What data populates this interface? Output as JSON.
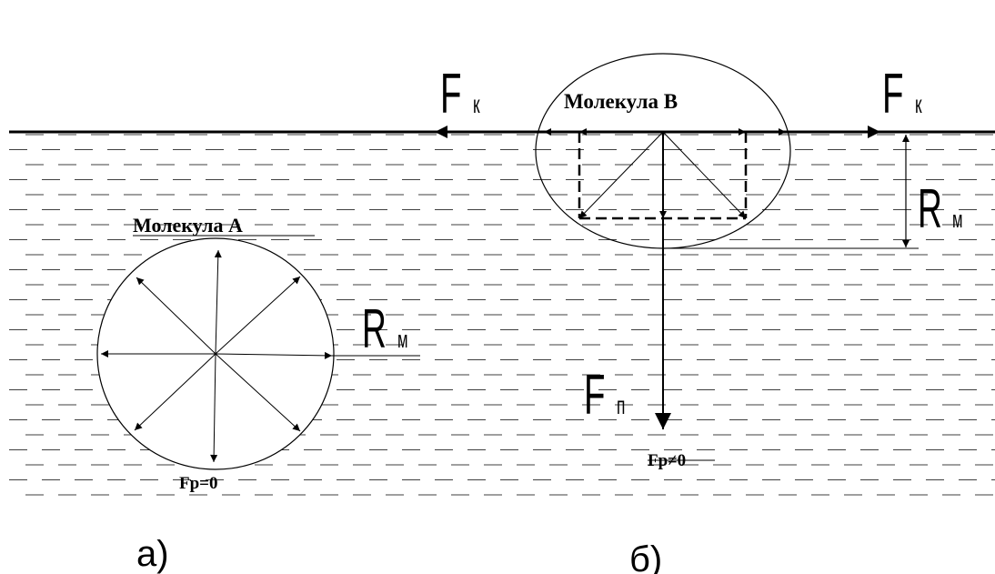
{
  "molecule_a": {
    "label": "Молекула А",
    "resultant": "Fp=0",
    "radius_main": "R",
    "radius_sub": "м"
  },
  "molecule_b": {
    "label": "Молекула В",
    "resultant": "Fp≠0",
    "radius_main": "R",
    "radius_sub": "м"
  },
  "force_left": {
    "main": "F",
    "sub": "к"
  },
  "force_right": {
    "main": "F",
    "sub": "к"
  },
  "force_down": {
    "main": "F",
    "sub": "п"
  },
  "caption_a": "а)",
  "caption_b": "б)",
  "colors": {
    "ink": "#000000",
    "background": "#ffffff"
  }
}
